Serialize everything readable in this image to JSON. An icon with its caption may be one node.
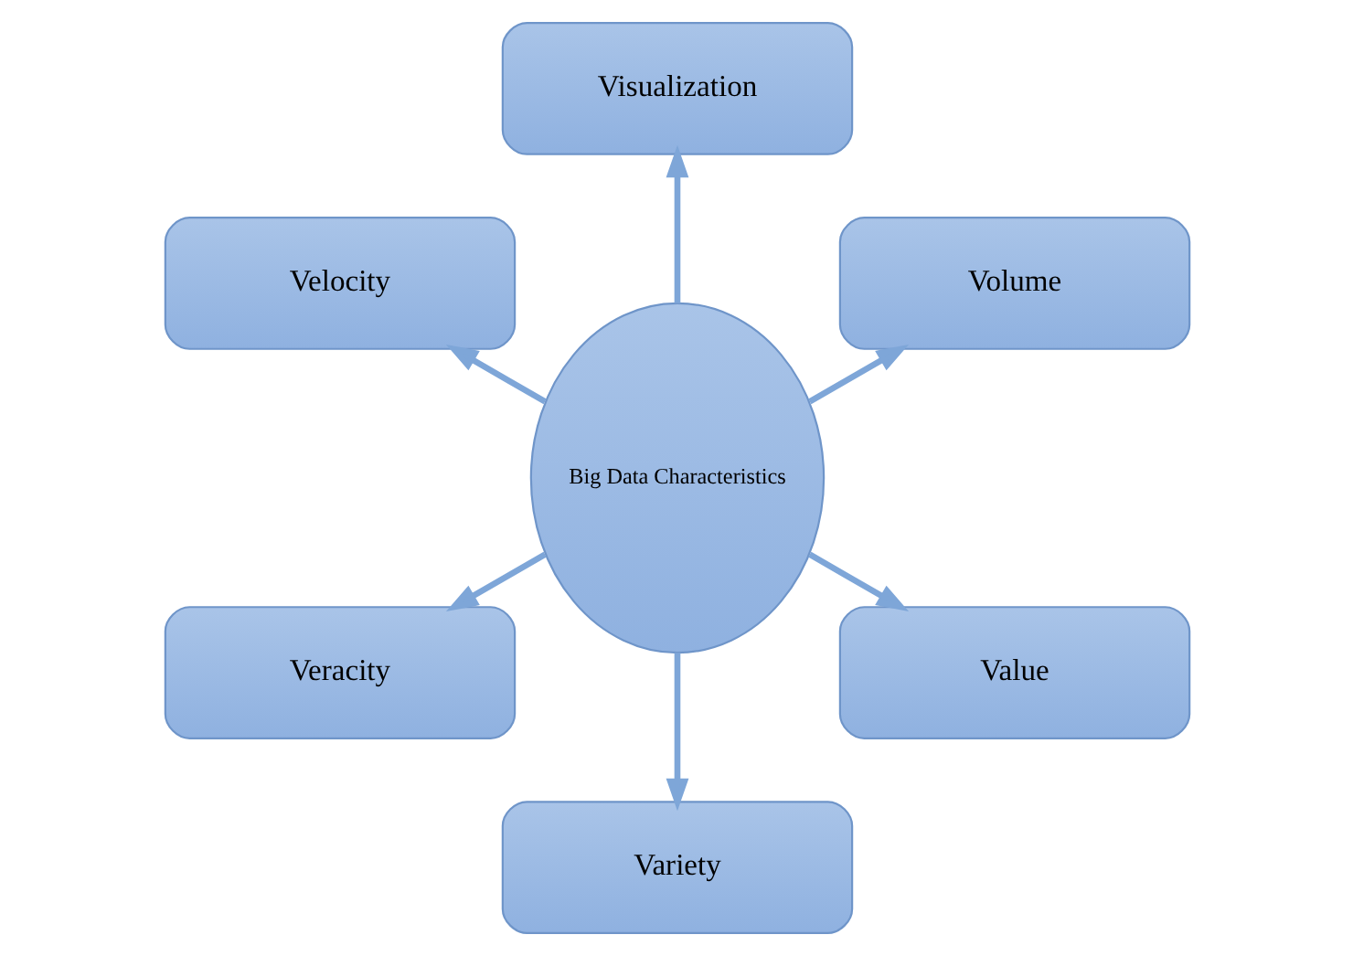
{
  "diagram": {
    "nodes": [
      {
        "text": [
          "Big Data Characteristics"
        ]
      },
      {
        "text": [
          "Volume"
        ]
      },
      {
        "text": [
          "Visualization"
        ]
      },
      {
        "text": [
          "Velocity"
        ]
      },
      {
        "text": [
          "Veracity"
        ]
      },
      {
        "text": [
          "Variety"
        ]
      },
      {
        "text": [
          "Value"
        ]
      }
    ],
    "edges": [
      {
        "from": 0,
        "to": 1,
        "arrow": "to"
      },
      {
        "from": 0,
        "to": 3,
        "arrow": "to"
      },
      {
        "from": 0,
        "to": 5,
        "arrow": "to"
      },
      {
        "from": 0,
        "to": 6,
        "arrow": "to"
      },
      {
        "from": 0,
        "to": 4,
        "arrow": "to"
      },
      {
        "from": 0,
        "to": 2,
        "arrow": "to"
      }
    ]
  }
}
